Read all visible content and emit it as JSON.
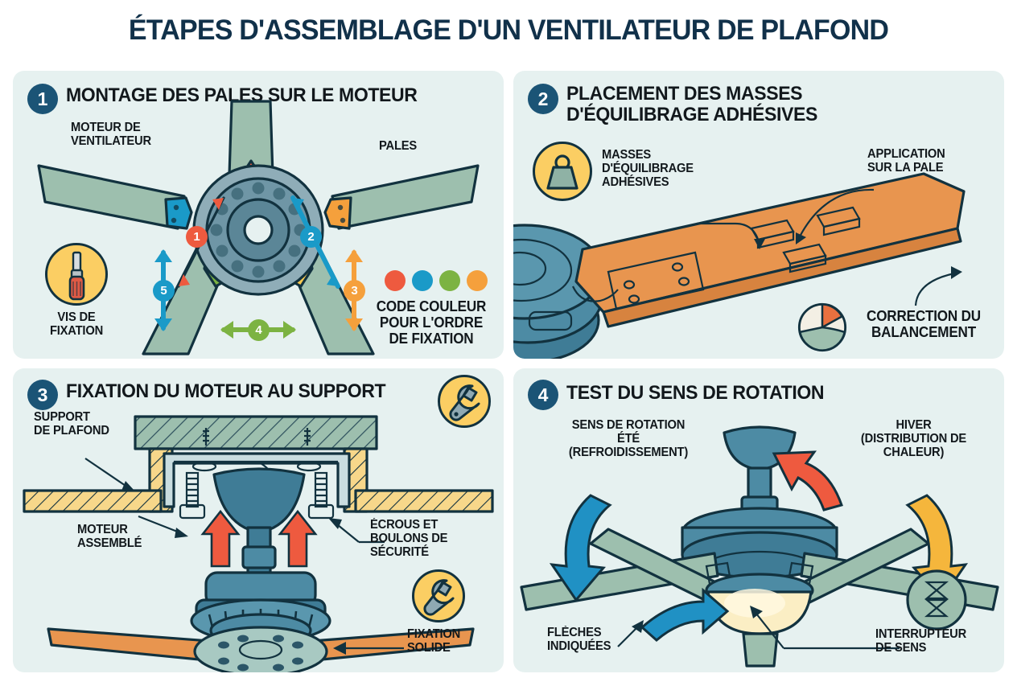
{
  "title": "ÉTAPES D'ASSEMBLAGE D'UN VENTILATEUR DE PLAFOND",
  "colors": {
    "page_bg": "#ffffff",
    "panel_bg": "#e6f1f0",
    "title_navy": "#11314a",
    "badge_navy": "#1b5476",
    "text_dark": "#12181c",
    "outline": "#12323f",
    "red": "#ee5a3f",
    "blue": "#1a9ac8",
    "green": "#7cb342",
    "orange": "#f5a03c",
    "yellow_icon": "#fbce63",
    "blade_green": "#9dbfae",
    "blade_orange": "#e8954f",
    "motor_blue": "#4a88a5",
    "weight_tan": "#f0d9a8"
  },
  "panels": [
    {
      "number": "1",
      "title": "MONTAGE DES PALES SUR LE MOTEUR",
      "labels": {
        "motor": "MOTEUR DE\nVENTILATEUR",
        "blades": "PALES",
        "screw": "VIS DE\nFIXATION",
        "colorcode": "CODE COULEUR\nPOUR L'ORDRE\nDE FIXATION"
      },
      "arrow_numbers": [
        "1",
        "2",
        "3",
        "4",
        "5"
      ],
      "swatch_colors": [
        "#ee5a3f",
        "#1a9ac8",
        "#7cb342",
        "#f5a03c"
      ],
      "icon": "screwdriver-icon"
    },
    {
      "number": "2",
      "title": "PLACEMENT DES MASSES\nD'ÉQUILIBRAGE ADHÉSIVES",
      "labels": {
        "weights": "MASSES\nD'ÉQUILIBRAGE\nADHÉSIVES",
        "application": "APPLICATION\nSUR LA PALE",
        "correction": "CORRECTION DU\nBALANCEMENT"
      },
      "icon": "weight-icon",
      "chart_icon": "pie-chart-icon"
    },
    {
      "number": "3",
      "title": "FIXATION DU MOTEUR AU SUPPORT",
      "labels": {
        "bracket": "SUPPORT\nDE PLAFOND",
        "nuts": "ÉCROUS ET\nBOULONS DE\nSÉCURITÉ",
        "motor": "MOTEUR\nASSEMBLÉ",
        "secure": "FIXATION\nSOLIDE"
      },
      "icon": "wrench-icon"
    },
    {
      "number": "4",
      "title": "TEST DU SENS DE ROTATION",
      "labels": {
        "summer": "SENS DE ROTATION\nÉTÉ\n(REFROIDISSEMENT)",
        "winter": "HIVER\n(DISTRIBUTION DE\nCHALEUR)",
        "arrows": "FLÈCHES\nINDIQUÉES",
        "switch": "INTERRUPTEUR\nDE SENS"
      },
      "icon": "reverse-switch-icon"
    }
  ]
}
